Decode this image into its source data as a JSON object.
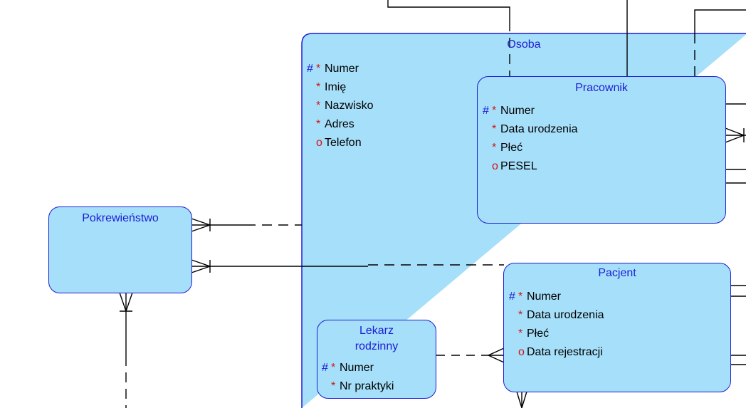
{
  "colors": {
    "entity_fill": "#a6dffa",
    "entity_border": "#1c1cd6",
    "title": "#1c1cd6",
    "id_marker": "#1c1cd6",
    "mandatory_marker": "#d21414",
    "optional_marker": "#d21414",
    "line": "#000000"
  },
  "entities": {
    "osoba": {
      "title": "Osoba",
      "attributes": [
        {
          "id": "#",
          "flag": "*",
          "name": "Numer"
        },
        {
          "id": "",
          "flag": "*",
          "name": "Imię"
        },
        {
          "id": "",
          "flag": "*",
          "name": "Nazwisko"
        },
        {
          "id": "",
          "flag": "*",
          "name": "Adres"
        },
        {
          "id": "",
          "flag": "o",
          "name": "Telefon"
        }
      ]
    },
    "pracownik": {
      "title": "Pracownik",
      "attributes": [
        {
          "id": "#",
          "flag": "*",
          "name": "Numer"
        },
        {
          "id": "",
          "flag": "*",
          "name": "Data urodzenia"
        },
        {
          "id": "",
          "flag": "*",
          "name": "Płeć"
        },
        {
          "id": "",
          "flag": "o",
          "name": "PESEL"
        }
      ]
    },
    "pokrewienstwo": {
      "title": "Pokrewieństwo",
      "attributes": []
    },
    "pacjent": {
      "title": "Pacjent",
      "attributes": [
        {
          "id": "#",
          "flag": "*",
          "name": "Numer"
        },
        {
          "id": "",
          "flag": "*",
          "name": "Data urodzenia"
        },
        {
          "id": "",
          "flag": "*",
          "name": "Płeć"
        },
        {
          "id": "",
          "flag": "o",
          "name": "Data rejestracji"
        }
      ]
    },
    "lekarz": {
      "title_lines": [
        "Lekarz",
        "rodzinny"
      ],
      "attributes": [
        {
          "id": "#",
          "flag": "*",
          "name": "Numer"
        },
        {
          "id": "",
          "flag": "*",
          "name": "Nr praktyki"
        }
      ]
    }
  }
}
